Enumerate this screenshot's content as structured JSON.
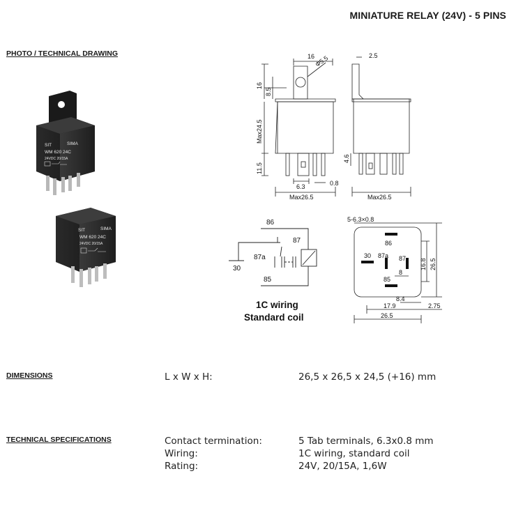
{
  "title": "MINIATURE RELAY (24V) - 5 PINS",
  "sections": {
    "photo": "PHOTO / TECHNICAL DRAWING",
    "dimensions": "DIMENSIONS",
    "specs": "TECHNICAL SPECIFICATIONS"
  },
  "relay_label": {
    "logo": "SIT",
    "brand": "SIMA",
    "model": "WM 620 24C",
    "rating": "24VDC  20/15A"
  },
  "drawing": {
    "top_width": "16",
    "hole": "Φ5.5",
    "bracket": "2.5",
    "ear_height": "16",
    "ear_hole": "8.5",
    "body_height": "Max24.5",
    "pin_length": "11.5",
    "pin_side": "4.6",
    "tab_width": "6.3",
    "tab_thick": "0.8",
    "max_width_front": "Max26.5",
    "max_width_side": "Max26.5"
  },
  "wiring": {
    "pin_86": "86",
    "pin_87": "87",
    "pin_87a": "87a",
    "pin_30": "30",
    "pin_85": "85",
    "caption_line1": "1C wiring",
    "caption_line2": "Standard coil"
  },
  "footprint": {
    "tabs": "5-6.3×0.8",
    "p86": "86",
    "p30": "30",
    "p87a": "87a",
    "p87": "87",
    "p85": "85",
    "d8": "8",
    "d16_8": "16.8",
    "d26_5v": "26.5",
    "d8_4": "8.4",
    "d17_9": "17.9",
    "d2_75": "2.75",
    "d26_5h": "26.5"
  },
  "dimensions": {
    "key": "L x W x H:",
    "value": "26,5 x 26,5 x 24,5 (+16) mm"
  },
  "specs": [
    {
      "key": "Contact termination:",
      "value": "5 Tab terminals, 6.3x0.8 mm"
    },
    {
      "key": "Wiring:",
      "value": "1C wiring, standard coil"
    },
    {
      "key": "Rating:",
      "value": "24V, 20/15A, 1,6W"
    }
  ]
}
